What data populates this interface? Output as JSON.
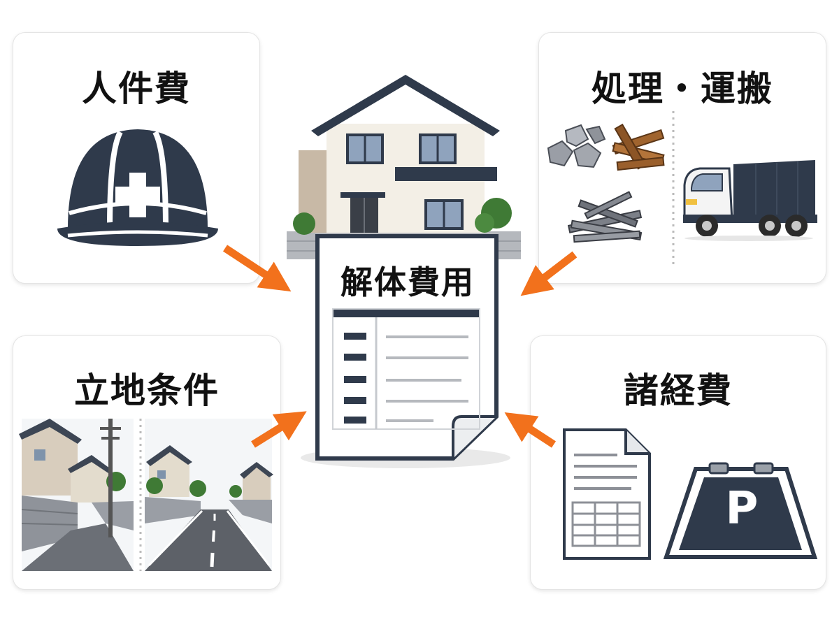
{
  "center": {
    "title": "解体費用"
  },
  "cards": {
    "labor": {
      "title": "人件費"
    },
    "disposal": {
      "title": "処理・運搬"
    },
    "site": {
      "title": "立地条件"
    },
    "misc": {
      "title": "諸経費"
    }
  },
  "parking": {
    "sign_letter": "P"
  },
  "colors": {
    "navy": "#2f3a4b",
    "arrow": "#f2711c",
    "card_border": "#e4e4e4"
  }
}
